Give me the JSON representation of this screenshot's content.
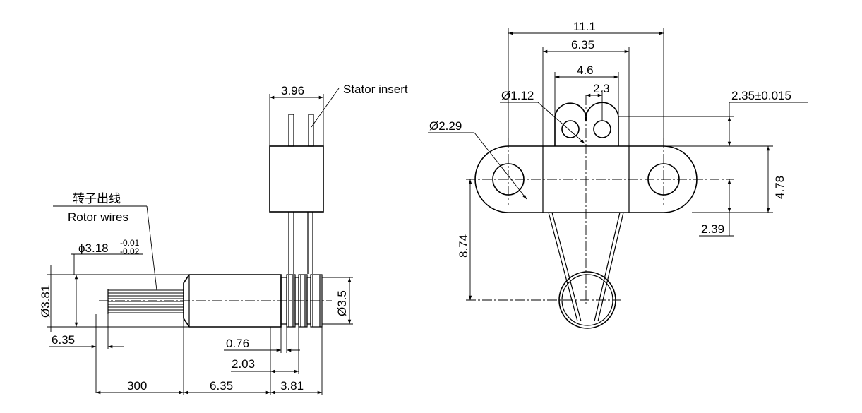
{
  "left_view": {
    "dim_stator_width": "3.96",
    "label_stator_insert": "Stator insert",
    "label_rotor_wires_cn": "转子出线",
    "label_rotor_wires_en": "Rotor wires",
    "dim_shaft_dia_prefix": "ϕ3.18",
    "dim_shaft_tol_upper": "-0.01",
    "dim_shaft_tol_lower": "-0.02",
    "dim_body_dia": "Ø3.81",
    "dim_flange_dia": "Ø3.5",
    "dim_wire_strip": "6.35",
    "dim_groove_1": "0.76",
    "dim_groove_2": "2.03",
    "dim_wire_length": "300",
    "dim_body_length": "6.35",
    "dim_flange_length": "3.81"
  },
  "right_view": {
    "dim_overall_width": "11.1",
    "dim_block_width": "6.35",
    "dim_pin_outer": "4.6",
    "dim_pin_spacing": "2.3",
    "dim_pin_dia": "Ø1.12",
    "dim_hole_dia": "Ø2.29",
    "dim_block_height": "2.35±0.015",
    "dim_flange_height": "4.78",
    "dim_center_offset": "2.39",
    "dim_ring_distance": "8.74"
  }
}
